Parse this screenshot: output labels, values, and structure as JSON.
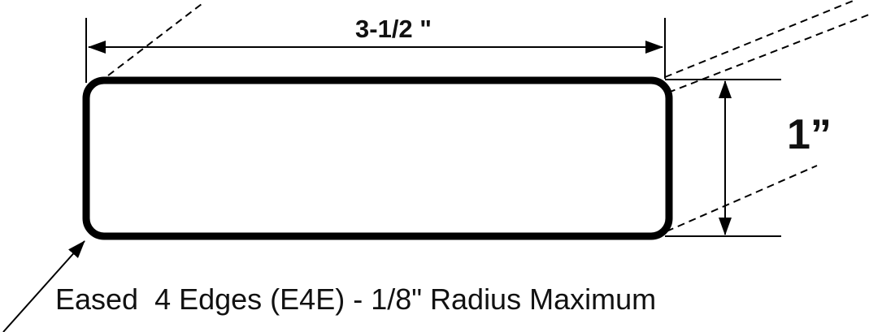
{
  "diagram": {
    "width_label": "3-1/2 \"",
    "height_label": "1”",
    "caption": "Eased  4 Edges (E4E) - 1/8\" Radius Maximum",
    "colors": {
      "line": "#000000",
      "background": "#ffffff"
    }
  }
}
